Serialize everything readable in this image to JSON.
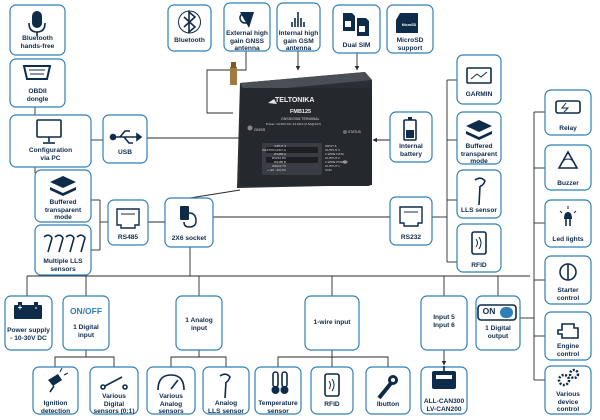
{
  "device": {
    "brand": "TELTONIKA",
    "model": "FMB125",
    "subtitle": "GNSS/GSM TERMINAL",
    "power": "Power: 10-30V DC; 2A MAX (0.5A@12V)",
    "status_label": "STATUS",
    "gnss_label": "GNSS",
    "pins_left": "INPUT 3\nIGNITION (DIN 1)\nRS485 A\nRS232 RX\nRS485 B\nRS232 TX\n+ (10...30) DC",
    "pins_right": "INPUT 6\nOUTPUT 3\n1-WIRE DATA\nOUTPUT 2\n1-WIRE POWER\nOUTPUT 1\nGND"
  },
  "labels": {
    "bt_handsfree": "Bluetooth\nhands-free",
    "obdii": "OBDII\ndongle",
    "config": "Configuration\nvia PC",
    "usb": "USB",
    "bluetooth": "Bluetooth",
    "gnss_antenna": "External high\ngain GNSS\nantenna",
    "gsm_antenna": "Internal high\ngain GSM\nantenna",
    "dual_sim": "Dual SIM",
    "microsd": "MicroSD\nsupport",
    "garmin": "GARMIN",
    "battery": "Internal\nbattery",
    "buffered_right": "Buffered\ntransparent\nmode",
    "lls_sensor": "LLS sensor",
    "rfid_right": "RFID",
    "rs232": "RS232",
    "relay": "Relay",
    "buzzer": "Buzzer",
    "led_lights": "Led lights",
    "starter": "Starter\ncontrol",
    "engine": "Engine\ncontrol",
    "various_device": "Various\ndevice\ncontrol",
    "buffered_left": "Buffered\ntransparent\nmode",
    "multiple_lls": "Multiple LLS\nsensors",
    "rs485": "RS485",
    "socket": "2X6 socket",
    "power_supply": "Power supply\n- 10-30V DC",
    "on_off_title": "ON/OFF",
    "digital_input": "1 Digital\ninput",
    "analog_input": "1 Analog\ninput",
    "wire_input": "1-wire input",
    "input56": "Input 5\nInput 6",
    "digital_output": "1 Digital\noutput",
    "ignition": "Ignition\ndetection",
    "various_digital": "Various\nDigital\nsensors (0;1)",
    "various_analog": "Various\nAnalog\nsensors",
    "analog_lls": "Analog\nLLS sensor",
    "temperature": "Temperature\nsensor",
    "rfid_bottom": "RFID",
    "ibutton": "Ibutton",
    "can": "ALL-CAN300\nLV-CAN200"
  },
  "glyphs": {
    "on_word": "ON",
    "battery_plus": "+",
    "battery_minus": "-",
    "microsd_text": "MicroSD"
  },
  "colors": {
    "border": "#2f7fb8",
    "icon": "#0f2b4a",
    "accent": "#2f7fb8",
    "line": "#2a2a2a"
  },
  "icons": [
    "microphone-icon",
    "obd-connector-icon",
    "monitor-icon",
    "usb-icon",
    "bluetooth-icon",
    "gps-antenna-icon",
    "gsm-antenna-icon",
    "sim-card-icon",
    "microsd-icon",
    "garmin-icon",
    "battery-icon",
    "buffer-stack-icon",
    "lls-sensor-icon",
    "rfid-card-icon",
    "ethernet-port-icon",
    "relay-icon",
    "buzzer-icon",
    "led-icon",
    "starter-icon",
    "engine-icon",
    "gears-icon",
    "socket-icon",
    "power-battery-icon",
    "toggle-icon",
    "ignition-icon",
    "switch-icon",
    "gauge-icon",
    "thermometer-icon",
    "ibutton-icon",
    "can-adapter-icon"
  ]
}
